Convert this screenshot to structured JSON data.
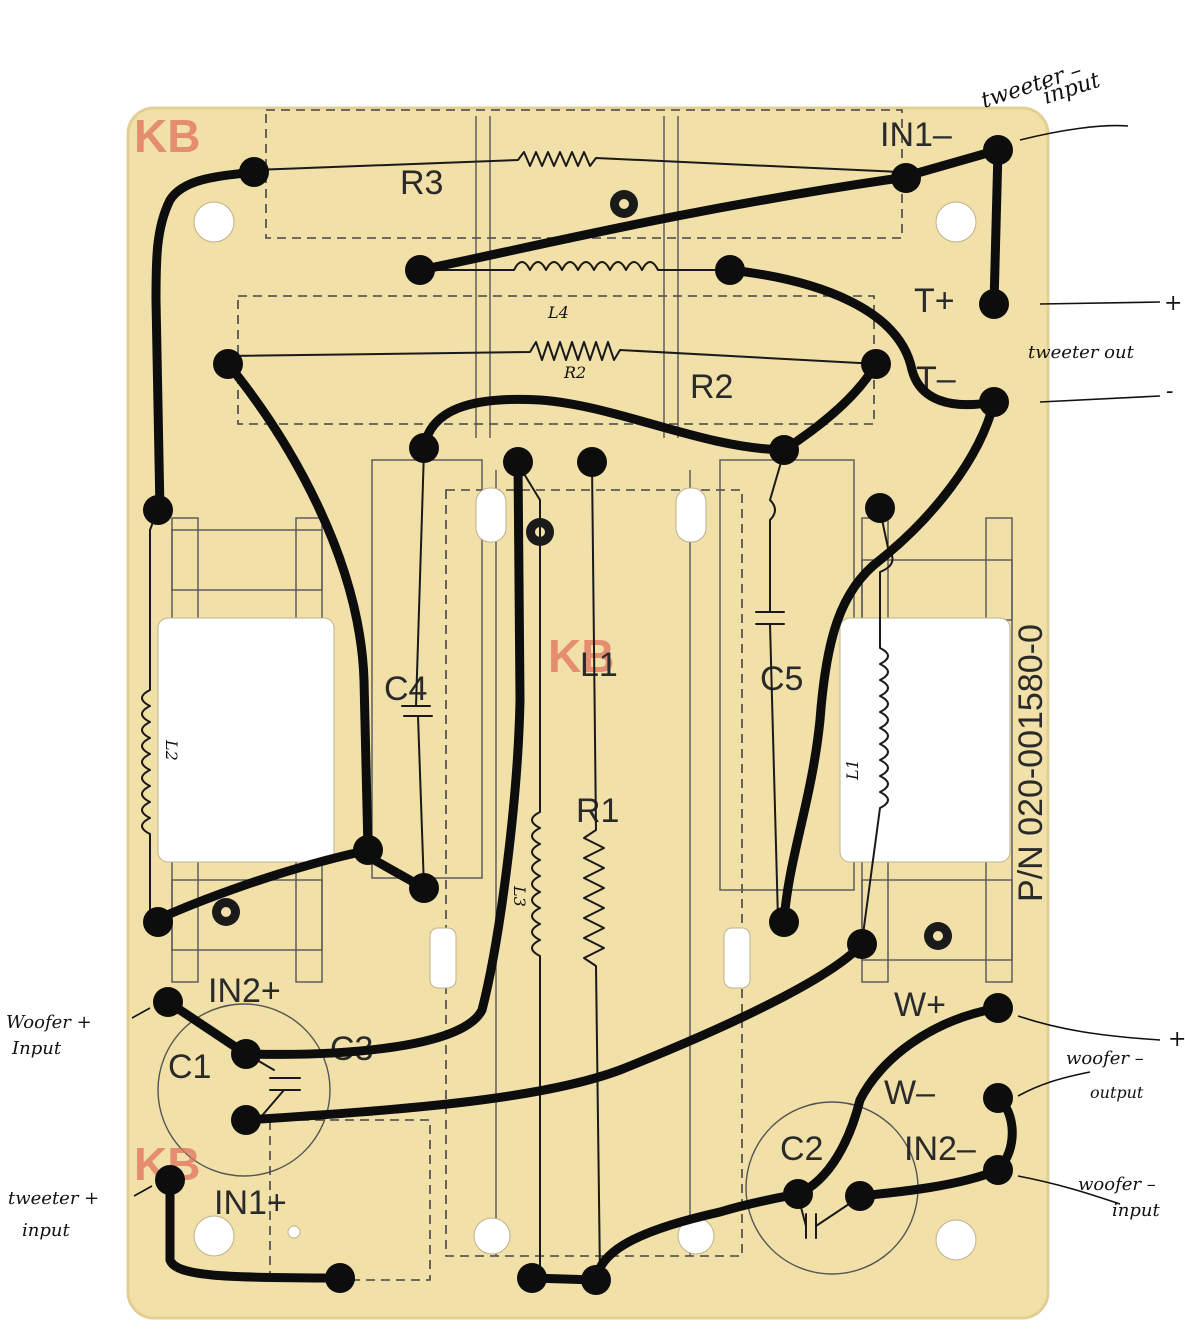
{
  "board": {
    "logo": "KB",
    "part_number": "P/N 020-001580-0"
  },
  "silkscreen": {
    "r3": "R3",
    "r2": "R2",
    "r1": "R1",
    "l1": "L1",
    "c4": "C4",
    "c5": "C5",
    "c1": "C1",
    "c2": "C2",
    "c3": "C3",
    "in1_minus": "IN1–",
    "in1_plus": "IN1+",
    "in2_plus": "IN2+",
    "in2_minus": "IN2–",
    "t_plus": "T+",
    "t_minus": "T–",
    "w_plus": "W+",
    "w_minus": "W–"
  },
  "pen_labels": {
    "l4": "L4",
    "r2": "R2",
    "l2": "L2",
    "l3": "L3",
    "l1": "L1"
  },
  "annotations": {
    "tweeter_minus_input_line1": "tweeter –",
    "tweeter_minus_input_line2": "input",
    "tweeter_plus_sign": "+",
    "tweeter_out": "tweeter out",
    "tweeter_minus_sign": "-",
    "woofer_plus_input_line1": "Woofer +",
    "woofer_plus_input_line2": "Input",
    "tweeter_plus_input_line1": "tweeter +",
    "tweeter_plus_input_line2": "input",
    "woofer_output_plus": "+",
    "woofer_output_line1": "woofer –",
    "woofer_output_line2": "output",
    "woofer_minus_input_line1": "woofer –",
    "woofer_minus_input_line2": "input"
  },
  "colors": {
    "board": "#f1e0a8",
    "board_edge": "#e3cf94",
    "ink": "#0d0d0d",
    "logo": "#e2725e"
  }
}
